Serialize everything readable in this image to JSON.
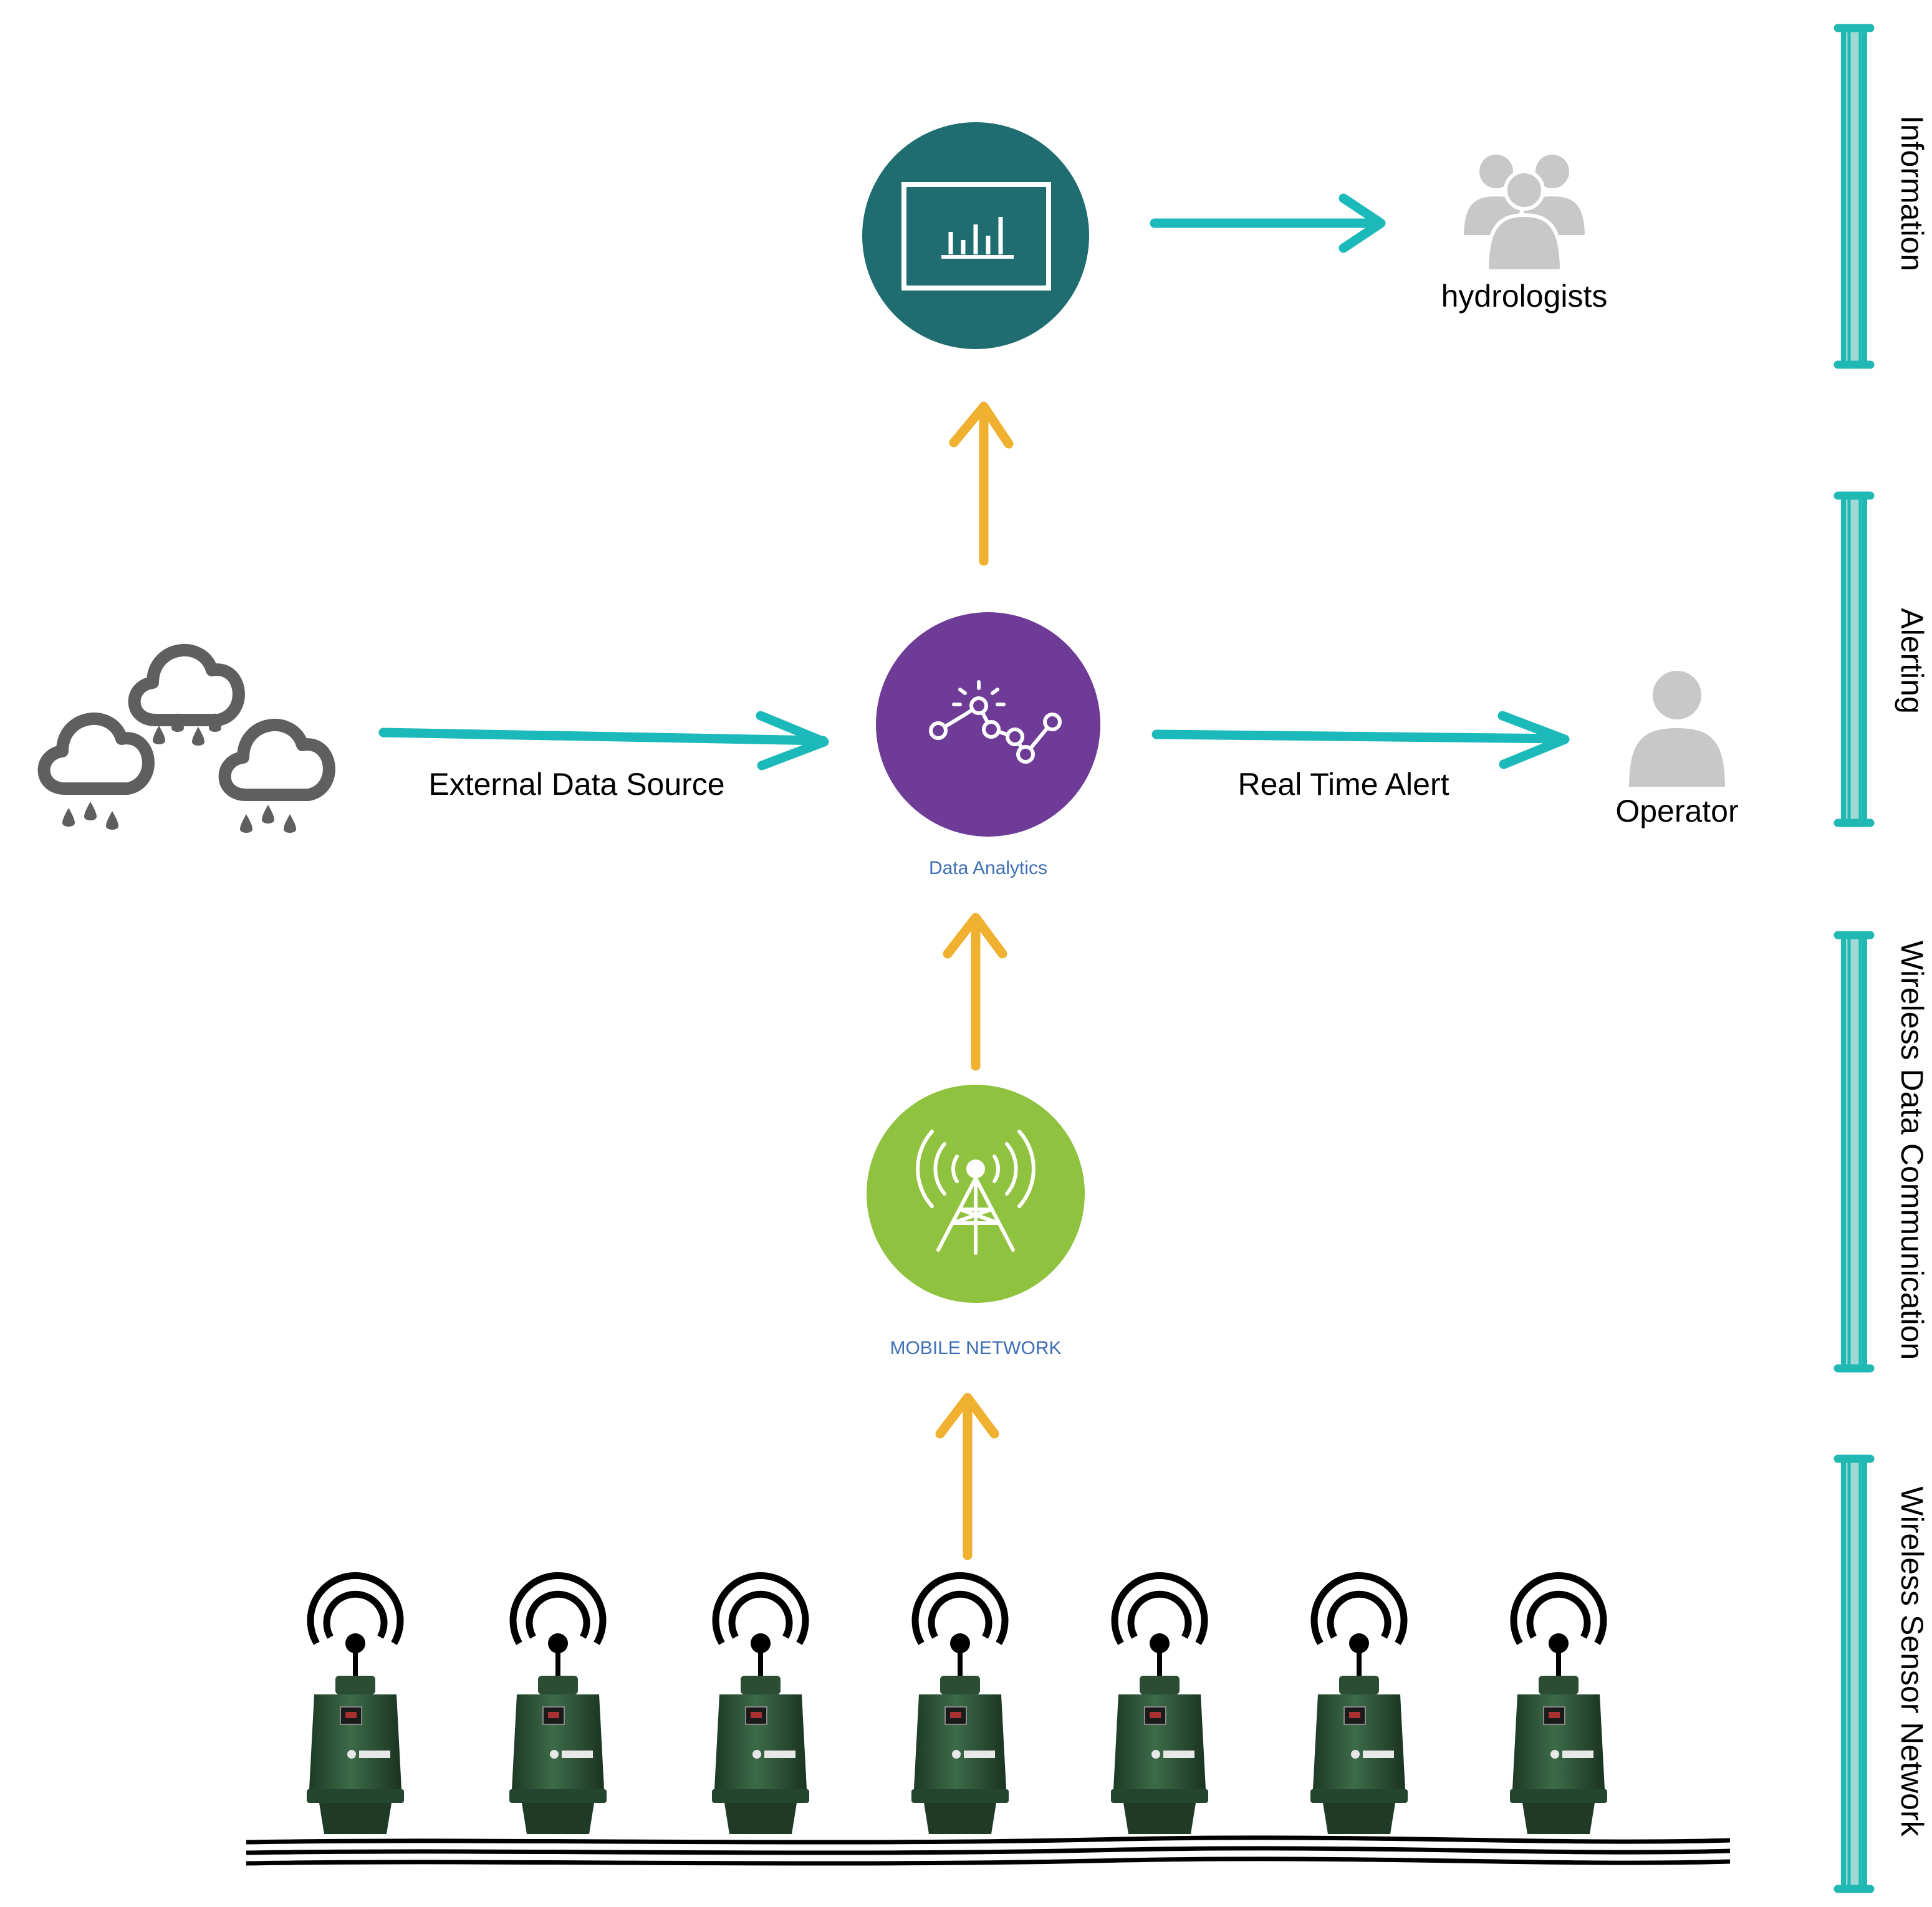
{
  "colors": {
    "teal_arrow": "#1bb9b9",
    "orange_arrow": "#f0b030",
    "information_node": "#1f6d70",
    "analytics_node": "#6e3b96",
    "network_node": "#8fc23f",
    "layer_bar": "#1fb8b3",
    "icon_gray": "#5f5f5f",
    "people_gray": "#c8c8c8",
    "meter_green": "#2f5a3a"
  },
  "nodes": {
    "information": {
      "icon": "chart-icon"
    },
    "analytics": {
      "icon": "analytics-icon",
      "label": "Data Analytics"
    },
    "network": {
      "icon": "antenna-tower-icon",
      "label": "MOBILE NETWORK"
    }
  },
  "actors": {
    "hydrologists": {
      "icon": "users-group-icon",
      "label": "hydrologists"
    },
    "operator": {
      "icon": "user-icon",
      "label": "Operator"
    },
    "weather": {
      "icon": "rain-clouds-icon"
    }
  },
  "edges": {
    "external": {
      "label": "External Data Source"
    },
    "alert": {
      "label": "Real Time Alert"
    }
  },
  "layers": [
    {
      "label": "Information"
    },
    {
      "label": "Alerting"
    },
    {
      "label": "Wireless Data Communication"
    },
    {
      "label": "Wireless Sensor Network"
    }
  ],
  "sensors": {
    "count": 7,
    "icon": "water-meter-sensor-icon"
  }
}
